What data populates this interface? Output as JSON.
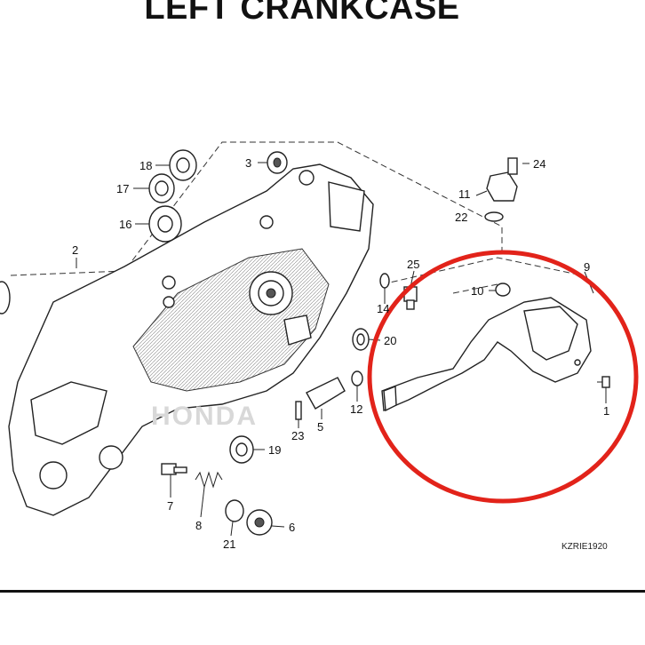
{
  "title": "LEFT CRANKCASE",
  "watermark": "HONDA",
  "diagram_code": "KZRIE1920",
  "colors": {
    "highlight_circle": "#e2231a",
    "line": "#222222"
  },
  "parts": {
    "p1": "1",
    "p2": "2",
    "p3": "3",
    "p5": "5",
    "p6": "6",
    "p7": "7",
    "p8": "8",
    "p9": "9",
    "p10": "10",
    "p11": "11",
    "p12": "12",
    "p14": "14",
    "p16": "16",
    "p17": "17",
    "p18": "18",
    "p19": "19",
    "p20": "20",
    "p21": "21",
    "p22": "22",
    "p23": "23",
    "p24": "24",
    "p25": "25"
  }
}
